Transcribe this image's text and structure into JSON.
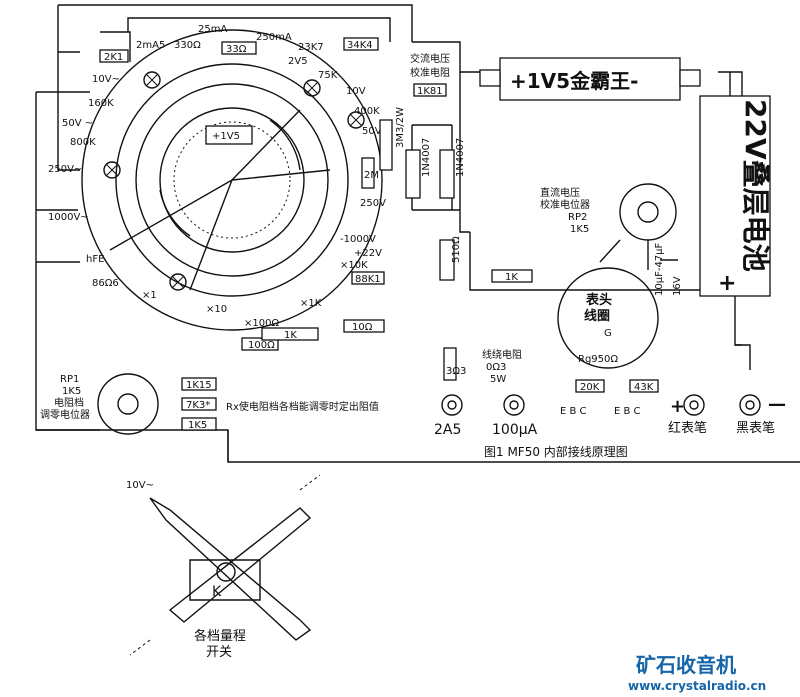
{
  "labels": {
    "r2k1": "2K1",
    "r2ma5": "2mA5",
    "r330": "330Ω",
    "r25ma": "25mA",
    "r33": "33Ω",
    "r250ma": "250mA",
    "r23k7": "23K7",
    "r2v5": "2V5",
    "r34k4": "34K4",
    "r75k": "75K",
    "r10v": "10V~",
    "r160k": "160K",
    "r50v": "50V ~",
    "r800k": "800K",
    "r250vac": "250V~",
    "r1000vac": "1000V~",
    "hfe": "hFE",
    "r86": "86Ω6",
    "x1": "×1",
    "x10": "×10",
    "x100": "×100Ω",
    "x1k": "×1K",
    "x10k": "×10K",
    "r10vdc": "10V",
    "r400k": "400K",
    "r50vdc": "50V",
    "r250vdc": "250V",
    "r1000vdc": "-1000V",
    "r22v": "+22V",
    "r88k1": "88K1",
    "r1v5": "+1V5",
    "r3m3": "3M3/2W",
    "r1n4007a": "1N4007",
    "r1n4007b": "1N4007",
    "r2m": "2M",
    "r1k81": "1K81",
    "ac_cal": "交流电压",
    "ac_cal2": "校准电阻",
    "r510": "510Ω",
    "r1k_mid": "1K",
    "r1k_left": "1K",
    "r10ohm": "10Ω",
    "r100ohm": "100Ω",
    "rp1": "RP1",
    "rp1_val": "1K5",
    "rp1_desc1": "电阻档",
    "rp1_desc2": "调零电位器",
    "r1k15": "1K15",
    "r7k3": "7K3*",
    "r1k5": "1K5",
    "rx_note": "Rx使电阻档各档能调零时定出阻值",
    "dc_cal1": "直流电压",
    "dc_cal2": "校准电位器",
    "rp2": "RP2",
    "rp2_val": "1K5",
    "meter1": "表头",
    "meter2": "线圈",
    "meter_g": "G",
    "meter_rg": "Rg950Ω",
    "cap1": "10μF-47μF",
    "cap2": "16V",
    "shunt1": "线绕电阻",
    "shunt2": "0Ω3",
    "shunt3": "5W",
    "r3o3": "3Ω3",
    "r20k": "20K",
    "r43k": "43K",
    "ebc": "E B C",
    "ebc2": "E B C",
    "jack_25a": "2A5",
    "jack_100ua": "100μA",
    "red_probe": "红表笔",
    "black_probe": "黑表笔",
    "plus": "+",
    "minus": "—",
    "battery_small": "+1V5金霸王-",
    "battery_big": "22V叠层电池",
    "batt_plus": "+",
    "caption": "图1  MF50 内部接线原理图",
    "sw_10v": "10V~",
    "sw_k": "K",
    "sw_label1": "各档量程",
    "sw_label2": "开关",
    "brand": "矿石收音机",
    "url": "www.crystalradio.cn"
  },
  "colors": {
    "brand": "#1565a8",
    "ink": "#111111"
  }
}
